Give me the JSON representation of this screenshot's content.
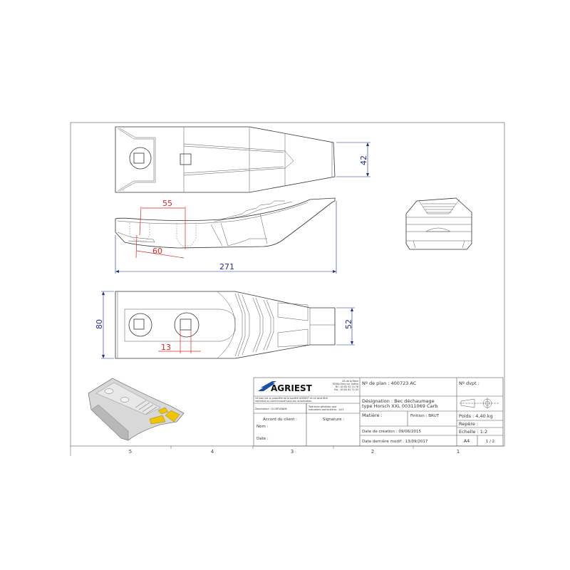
{
  "dimensions": {
    "width_top": "42",
    "overall_length": "271",
    "hole_spacing_top": "55",
    "hole_spacing_bottom": "60",
    "width_bottom": "80",
    "tip_width": "52",
    "square_size": "13"
  },
  "zones": [
    "5",
    "4",
    "3",
    "2",
    "1"
  ],
  "colors": {
    "dimension": "#1f2d8a",
    "reference_dimension": "#dd2222",
    "carbide_tip": "#f0c400"
  },
  "title_block": {
    "company": "AGRIEST",
    "address": [
      "ZA de la Mare",
      "70360 Scey sur Saône",
      "Tél : 03 84 92 74 76",
      "Fax : 03 84 92 72 03"
    ],
    "notice": [
      "Ce plan est la propriété de la société AGRIEST et ne peut être",
      "reproduit ou communiqué sans son autorisation."
    ],
    "designer": "Dessinateur : D.CHEVANNE",
    "tolerance": [
      "Tolérance générale sauf",
      "indications particulières : Js13"
    ],
    "client_approval": "Accord du client :",
    "signature": "Signature :",
    "name": "Nom :",
    "date": "Date :",
    "plan_number": "Nº de plan : 400723 AC",
    "designation": [
      "Désignation : Bec déchaumage",
      "type Horsch XXL 00311069 Carb"
    ],
    "material": "Matière :",
    "finish": "Finition : BRUT",
    "creation_date": "Date de création : 09/06/2015",
    "last_modified": "Date dernière modif : 13/09/2017",
    "dev_number": "Nº dvpt :",
    "weight": "Poids : 4,40 kg",
    "reference": "Repère :",
    "scale": "Echelle : 1:2",
    "format": "A4",
    "sheet": "1 / 2"
  }
}
